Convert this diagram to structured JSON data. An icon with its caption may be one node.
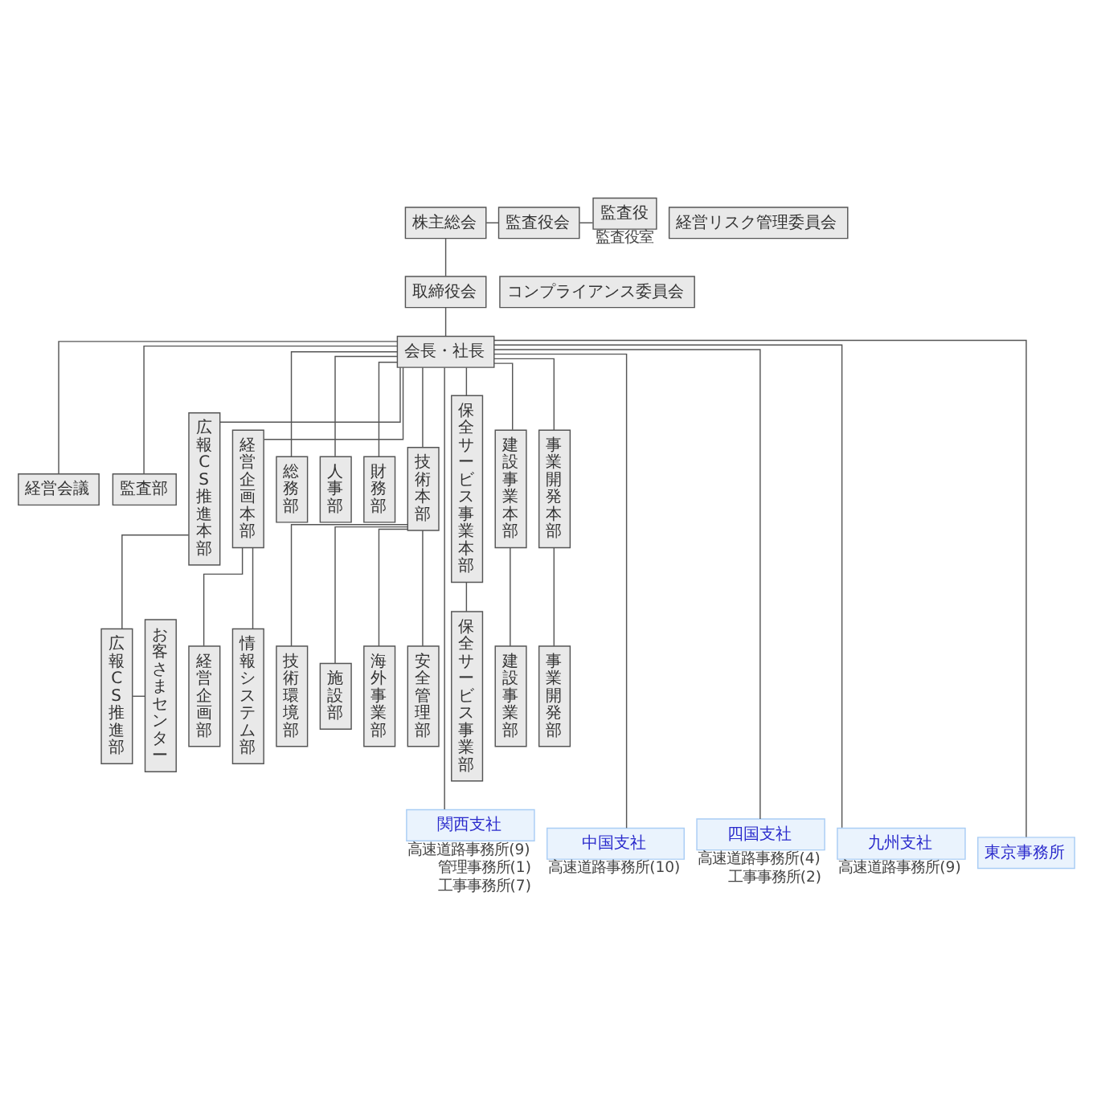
{
  "diagram": {
    "nodes": [
      {
        "text": [
          "株主総会"
        ]
      },
      {
        "text": [
          "経営リスク管理委員会"
        ]
      },
      {
        "text": [
          "監査役会"
        ]
      },
      {
        "text": [
          "監査役"
        ],
        "beside": [
          "監査役室"
        ]
      },
      {
        "text": [
          "コンプライアンス委員会"
        ]
      },
      {
        "text": [
          "取締役会"
        ]
      },
      {
        "text": [
          "会長・社長"
        ]
      },
      {
        "text": [
          "経営会議"
        ]
      },
      {
        "text": [
          "監査部"
        ]
      },
      {
        "text": [
          "広報CS推進本部"
        ]
      },
      {
        "text": [
          "経営企画本部"
        ]
      },
      {
        "text": [
          "総務部"
        ]
      },
      {
        "text": [
          "人事部"
        ]
      },
      {
        "text": [
          "財務部"
        ]
      },
      {
        "text": [
          "技術本部"
        ]
      },
      {
        "text": [
          "保全サービス事業本部"
        ]
      },
      {
        "text": [
          "建設事業本部"
        ]
      },
      {
        "text": [
          "事業開発本部"
        ]
      },
      {
        "text": [
          "お客さまセンター"
        ]
      },
      {
        "text": [
          "広報CS推進部"
        ]
      },
      {
        "text": [
          "経営企画部"
        ]
      },
      {
        "text": [
          "情報システム部"
        ]
      },
      {
        "text": [
          "技術環境部"
        ]
      },
      {
        "text": [
          "施設部"
        ]
      },
      {
        "text": [
          "海外事業部"
        ]
      },
      {
        "text": [
          "安全管理部"
        ]
      },
      {
        "text": [
          "保全サービス事業部"
        ]
      },
      {
        "text": [
          "建設事業部"
        ]
      },
      {
        "text": [
          "事業開発部"
        ]
      },
      {
        "text": [
          "関西支社"
        ],
        "beside": [
          "高速道路事務所(9)",
          "管理事務所(1)",
          "工事事務所(7)"
        ]
      },
      {
        "text": [
          "中国支社"
        ],
        "beside": [
          "高速道路事務所(10)"
        ]
      },
      {
        "text": [
          "四国支社"
        ],
        "beside": [
          "高速道路事務所(4)",
          "工事事務所(2)"
        ]
      },
      {
        "text": [
          "九州支社"
        ],
        "beside": [
          "高速道路事務所(9)"
        ]
      },
      {
        "text": [
          "東京事務所"
        ]
      }
    ],
    "edges": [
      {
        "from": 0,
        "to": 5,
        "arrow": "none"
      },
      {
        "from": 0,
        "to": 2,
        "arrow": "none"
      },
      {
        "from": 2,
        "to": 3,
        "arrow": "none"
      },
      {
        "from": 5,
        "to": 6,
        "arrow": "none"
      },
      {
        "from": 6,
        "to": 7,
        "arrow": "none"
      },
      {
        "from": 6,
        "to": 8,
        "arrow": "none"
      },
      {
        "from": 6,
        "to": 9,
        "arrow": "none"
      },
      {
        "from": 6,
        "to": 10,
        "arrow": "none"
      },
      {
        "from": 6,
        "to": 11,
        "arrow": "none"
      },
      {
        "from": 6,
        "to": 12,
        "arrow": "none"
      },
      {
        "from": 6,
        "to": 13,
        "arrow": "none"
      },
      {
        "from": 6,
        "to": 14,
        "arrow": "none"
      },
      {
        "from": 6,
        "to": 15,
        "arrow": "none"
      },
      {
        "from": 6,
        "to": 16,
        "arrow": "none"
      },
      {
        "from": 6,
        "to": 17,
        "arrow": "none"
      },
      {
        "from": 9,
        "to": 19,
        "arrow": "none"
      },
      {
        "from": 19,
        "to": 18,
        "arrow": "none"
      },
      {
        "from": 10,
        "to": 20,
        "arrow": "none"
      },
      {
        "from": 10,
        "to": 21,
        "arrow": "none"
      },
      {
        "from": 14,
        "to": 22,
        "arrow": "none"
      },
      {
        "from": 14,
        "to": 23,
        "arrow": "none"
      },
      {
        "from": 14,
        "to": 24,
        "arrow": "none"
      },
      {
        "from": 14,
        "to": 25,
        "arrow": "none"
      },
      {
        "from": 15,
        "to": 26,
        "arrow": "none"
      },
      {
        "from": 16,
        "to": 27,
        "arrow": "none"
      },
      {
        "from": 17,
        "to": 28,
        "arrow": "none"
      },
      {
        "from": 6,
        "to": 29,
        "arrow": "none"
      },
      {
        "from": 6,
        "to": 30,
        "arrow": "none"
      },
      {
        "from": 6,
        "to": 31,
        "arrow": "none"
      },
      {
        "from": 6,
        "to": 32,
        "arrow": "none"
      },
      {
        "from": 6,
        "to": 33,
        "arrow": "none"
      }
    ]
  }
}
